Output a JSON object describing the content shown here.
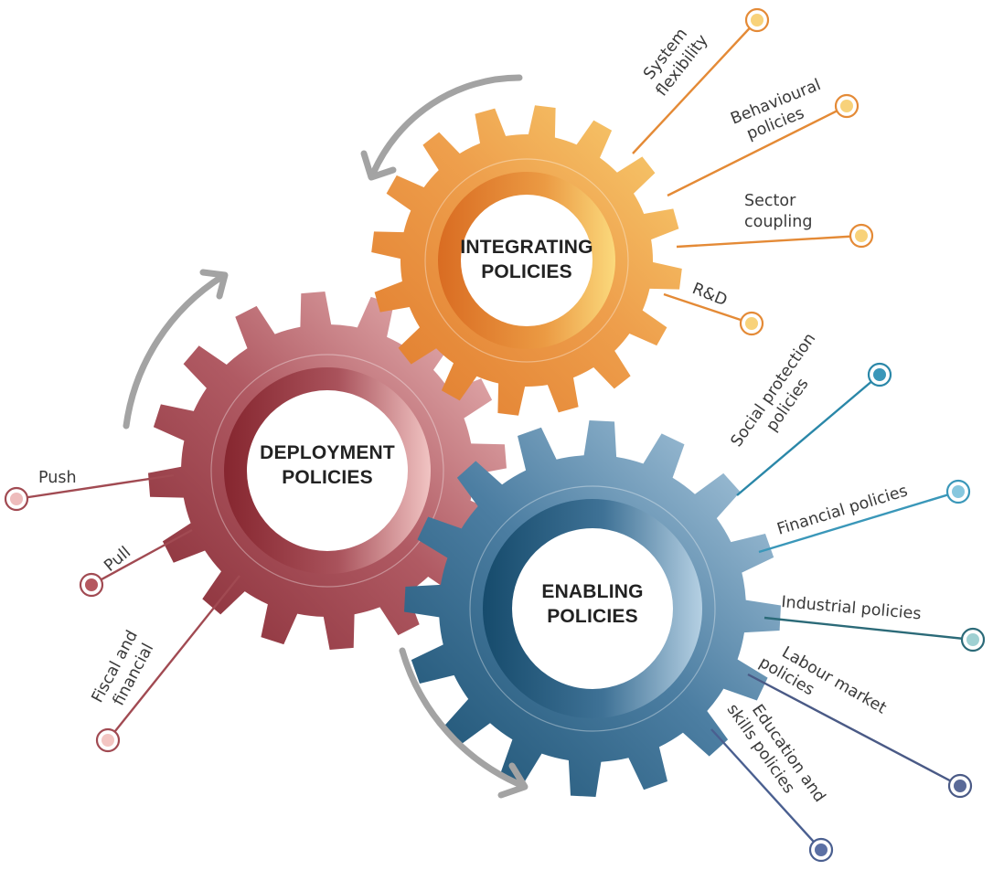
{
  "gears": {
    "integrating": {
      "title_line1": "INTEGRATING",
      "title_line2": "POLICIES",
      "colors": {
        "light": "#f9cf6e",
        "mid": "#eea04a",
        "dark": "#dc7127"
      },
      "items": [
        "System flexibility",
        "Behavioural policies",
        "Sector coupling",
        "R&D"
      ]
    },
    "deployment": {
      "title_line1": "DEPLOYMENT",
      "title_line2": "POLICIES",
      "colors": {
        "light": "#eebcbc",
        "mid": "#b25a62",
        "dark": "#8b2c36"
      },
      "items": [
        "Push",
        "Pull",
        "Fiscal and financial"
      ]
    },
    "enabling": {
      "title_line1": "ENABLING",
      "title_line2": "POLICIES",
      "colors": {
        "light": "#a9c6dc",
        "mid": "#4f7fa3",
        "dark": "#1a5577"
      },
      "items": [
        "Social protection policies",
        "Financial policies",
        "Industrial policies",
        "Labour market policies",
        "Education and skills policies"
      ]
    }
  },
  "colors": {
    "arrow": "#a3a3a3",
    "line_integrating": "#e48a36",
    "line_deployment": "#a14a52",
    "line_enabling_1": "#2a87a8",
    "line_enabling_2": "#3a97b9",
    "line_enabling_3": "#2b6a78",
    "line_enabling_4": "#4a5a86",
    "line_enabling_5": "#4a5f90"
  }
}
